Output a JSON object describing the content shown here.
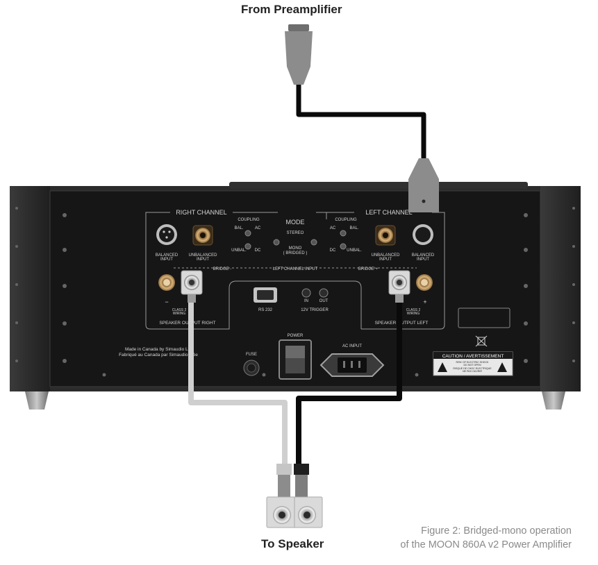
{
  "labels": {
    "from_preamp": "From Preamplifier",
    "to_speaker": "To Speaker"
  },
  "caption": {
    "line1": "Figure 2: Bridged-mono operation",
    "line2": "of the MOON 860A v2 Power Amplifier"
  },
  "panel": {
    "right_channel": "RIGHT CHANNEL",
    "left_channel": "LEFT CHANNEL",
    "coupling": "COUPLING",
    "bal": "BAL.",
    "ac": "AC",
    "unbal": "UNBAL.",
    "dc": "DC",
    "mode": "MODE",
    "stereo": "STEREO",
    "mono": "MONO",
    "bridged": "( BRIDGED )",
    "balanced_input": [
      "BALANCED",
      "INPUT"
    ],
    "unbalanced_input": [
      "UNBALANCED",
      "INPUT"
    ],
    "bridge_minus": "BRIDGE -",
    "bridge_plus": "BRIDGE +",
    "left_channel_input": "LEFT CHANNEL INPUT",
    "class_wiring": [
      "CLASS 2",
      "WIRING"
    ],
    "speaker_output_right": "SPEAKER OUTPUT RIGHT",
    "speaker_output_left": "SPEAKER OUTPUT LEFT",
    "rs232": "RS 232",
    "in": "IN",
    "out": "OUT",
    "trigger": "12V TRIGGER",
    "made_in": "Made in Canada by Simaudio Ltd",
    "fabrique": "Fabriqué au Canada par Simaudio Ltée",
    "fuse": "FUSE",
    "power": "POWER",
    "ac_input": "AC INPUT",
    "caution": "CAUTION / AVERTISSEMENT",
    "warning_en": [
      "RISK OF ELECTRIC SHOCK",
      "DO NOT OPEN"
    ],
    "warning_fr": [
      "RISQUE DE CHOC ELECTRIQUE",
      "NE PAS OUVRIR"
    ]
  },
  "colors": {
    "chassis": "#2a2a2a",
    "panel": "#161616",
    "preamp_cable": "#0a0a0a",
    "right_speaker_cable": "#cfcfcf",
    "left_speaker_cable": "#0a0a0a",
    "plug": "#8c8c8c"
  }
}
